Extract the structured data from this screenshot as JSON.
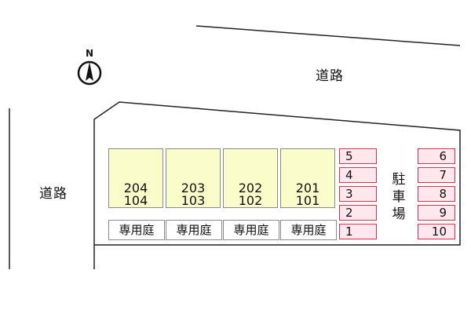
{
  "compass": {
    "label": "N",
    "icon": "north-arrow-icon"
  },
  "roads": {
    "north": "道路",
    "west": "道路"
  },
  "units": [
    {
      "upper": "204",
      "lower": "104"
    },
    {
      "upper": "203",
      "lower": "103"
    },
    {
      "upper": "202",
      "lower": "102"
    },
    {
      "upper": "201",
      "lower": "101"
    }
  ],
  "gardens": [
    "専用庭",
    "専用庭",
    "専用庭",
    "専用庭"
  ],
  "parking": {
    "label": [
      "駐",
      "車",
      "場"
    ],
    "left": [
      "5",
      "4",
      "3",
      "2",
      "1"
    ],
    "right": [
      "6",
      "7",
      "8",
      "9",
      "10"
    ]
  },
  "colors": {
    "building_fill": "#fafcc9",
    "parking_fill": "#ffe7ee",
    "parking_border": "#d9304f",
    "outline": "#333333"
  }
}
